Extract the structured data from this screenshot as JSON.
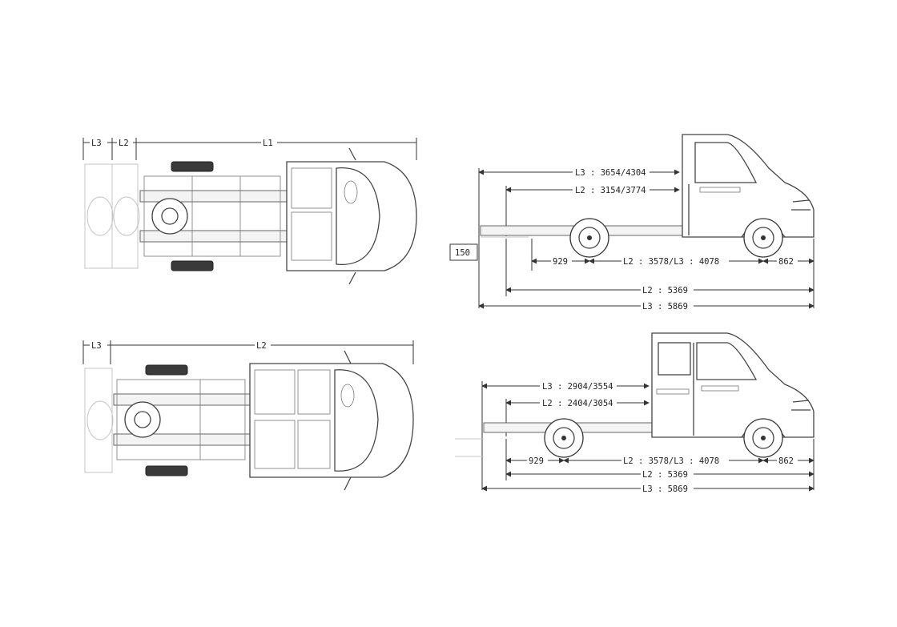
{
  "top_left": {
    "labels": {
      "l3": "L3",
      "l2": "L2",
      "l1": "L1"
    }
  },
  "bottom_left": {
    "labels": {
      "l3": "L3",
      "l2": "L2"
    }
  },
  "top_right": {
    "overhang_box": "150",
    "dims": {
      "deck_l3": "L3 : 3654/4304",
      "deck_l2": "L2 : 3154/3774",
      "rear": "929",
      "wheelbase": "L2 : 3578/L3 : 4078",
      "front": "862",
      "total_l2": "L2 : 5369",
      "total_l3": "L3 : 5869"
    }
  },
  "bottom_right": {
    "dims": {
      "deck_l3": "L3 : 2904/3554",
      "deck_l2": "L2 : 2404/3054",
      "rear": "929",
      "wheelbase": "L2 : 3578/L3 : 4078",
      "front": "862",
      "total_l2": "L2 : 5369",
      "total_l3": "L3 : 5869"
    }
  }
}
